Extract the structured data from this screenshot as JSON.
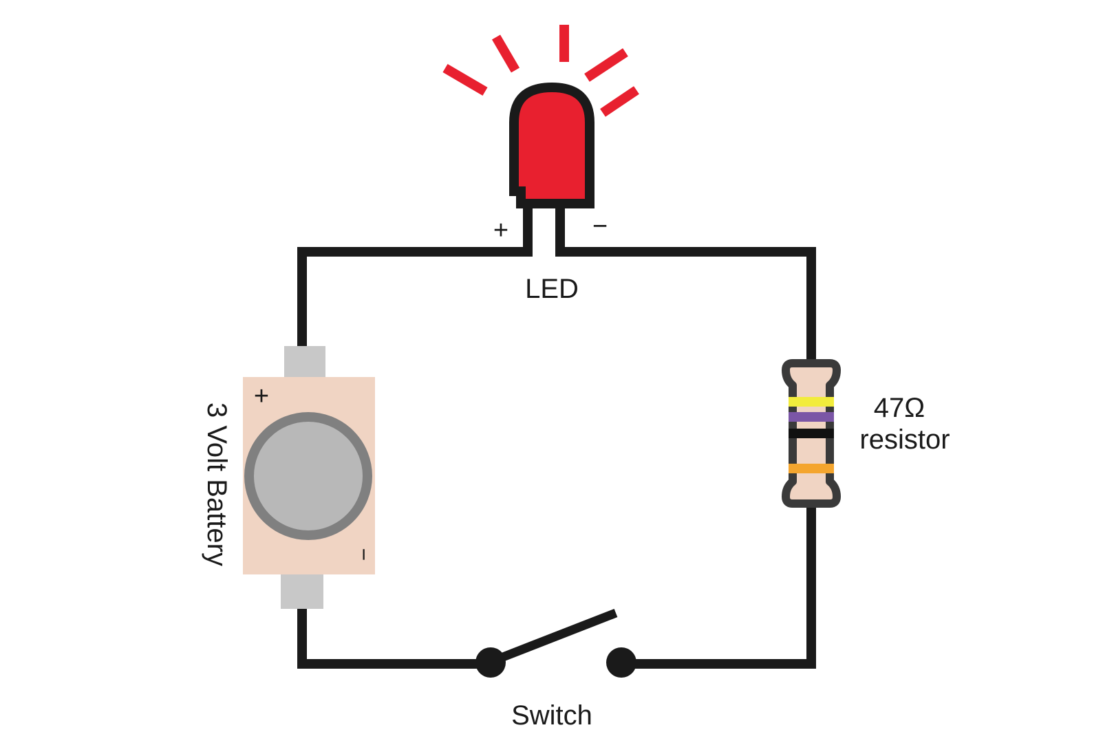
{
  "labels": {
    "led": "LED",
    "led_plus": "+",
    "led_minus": "−",
    "battery": "3 Volt Battery",
    "battery_plus": "+",
    "battery_minus": "−",
    "resistor_value": "47Ω",
    "resistor_word": "resistor",
    "switch": "Switch"
  },
  "colors": {
    "wire": "#1a1a1a",
    "led_body": "#e8202f",
    "led_rays": "#e8202f",
    "battery_body": "#f0d4c3",
    "battery_terminal": "#c8c8c8",
    "battery_cell": "#b8b8b8",
    "battery_cell_ring": "#808080",
    "resistor_body": "#f0d4c3",
    "resistor_outline": "#3a3a3a",
    "band_1": "#f2ec3c",
    "band_2": "#7b56a6",
    "band_3": "#111111",
    "band_4": "#f4a52e"
  },
  "resistor_bands": [
    "yellow",
    "violet",
    "black",
    "gold"
  ],
  "switch_state": "open"
}
